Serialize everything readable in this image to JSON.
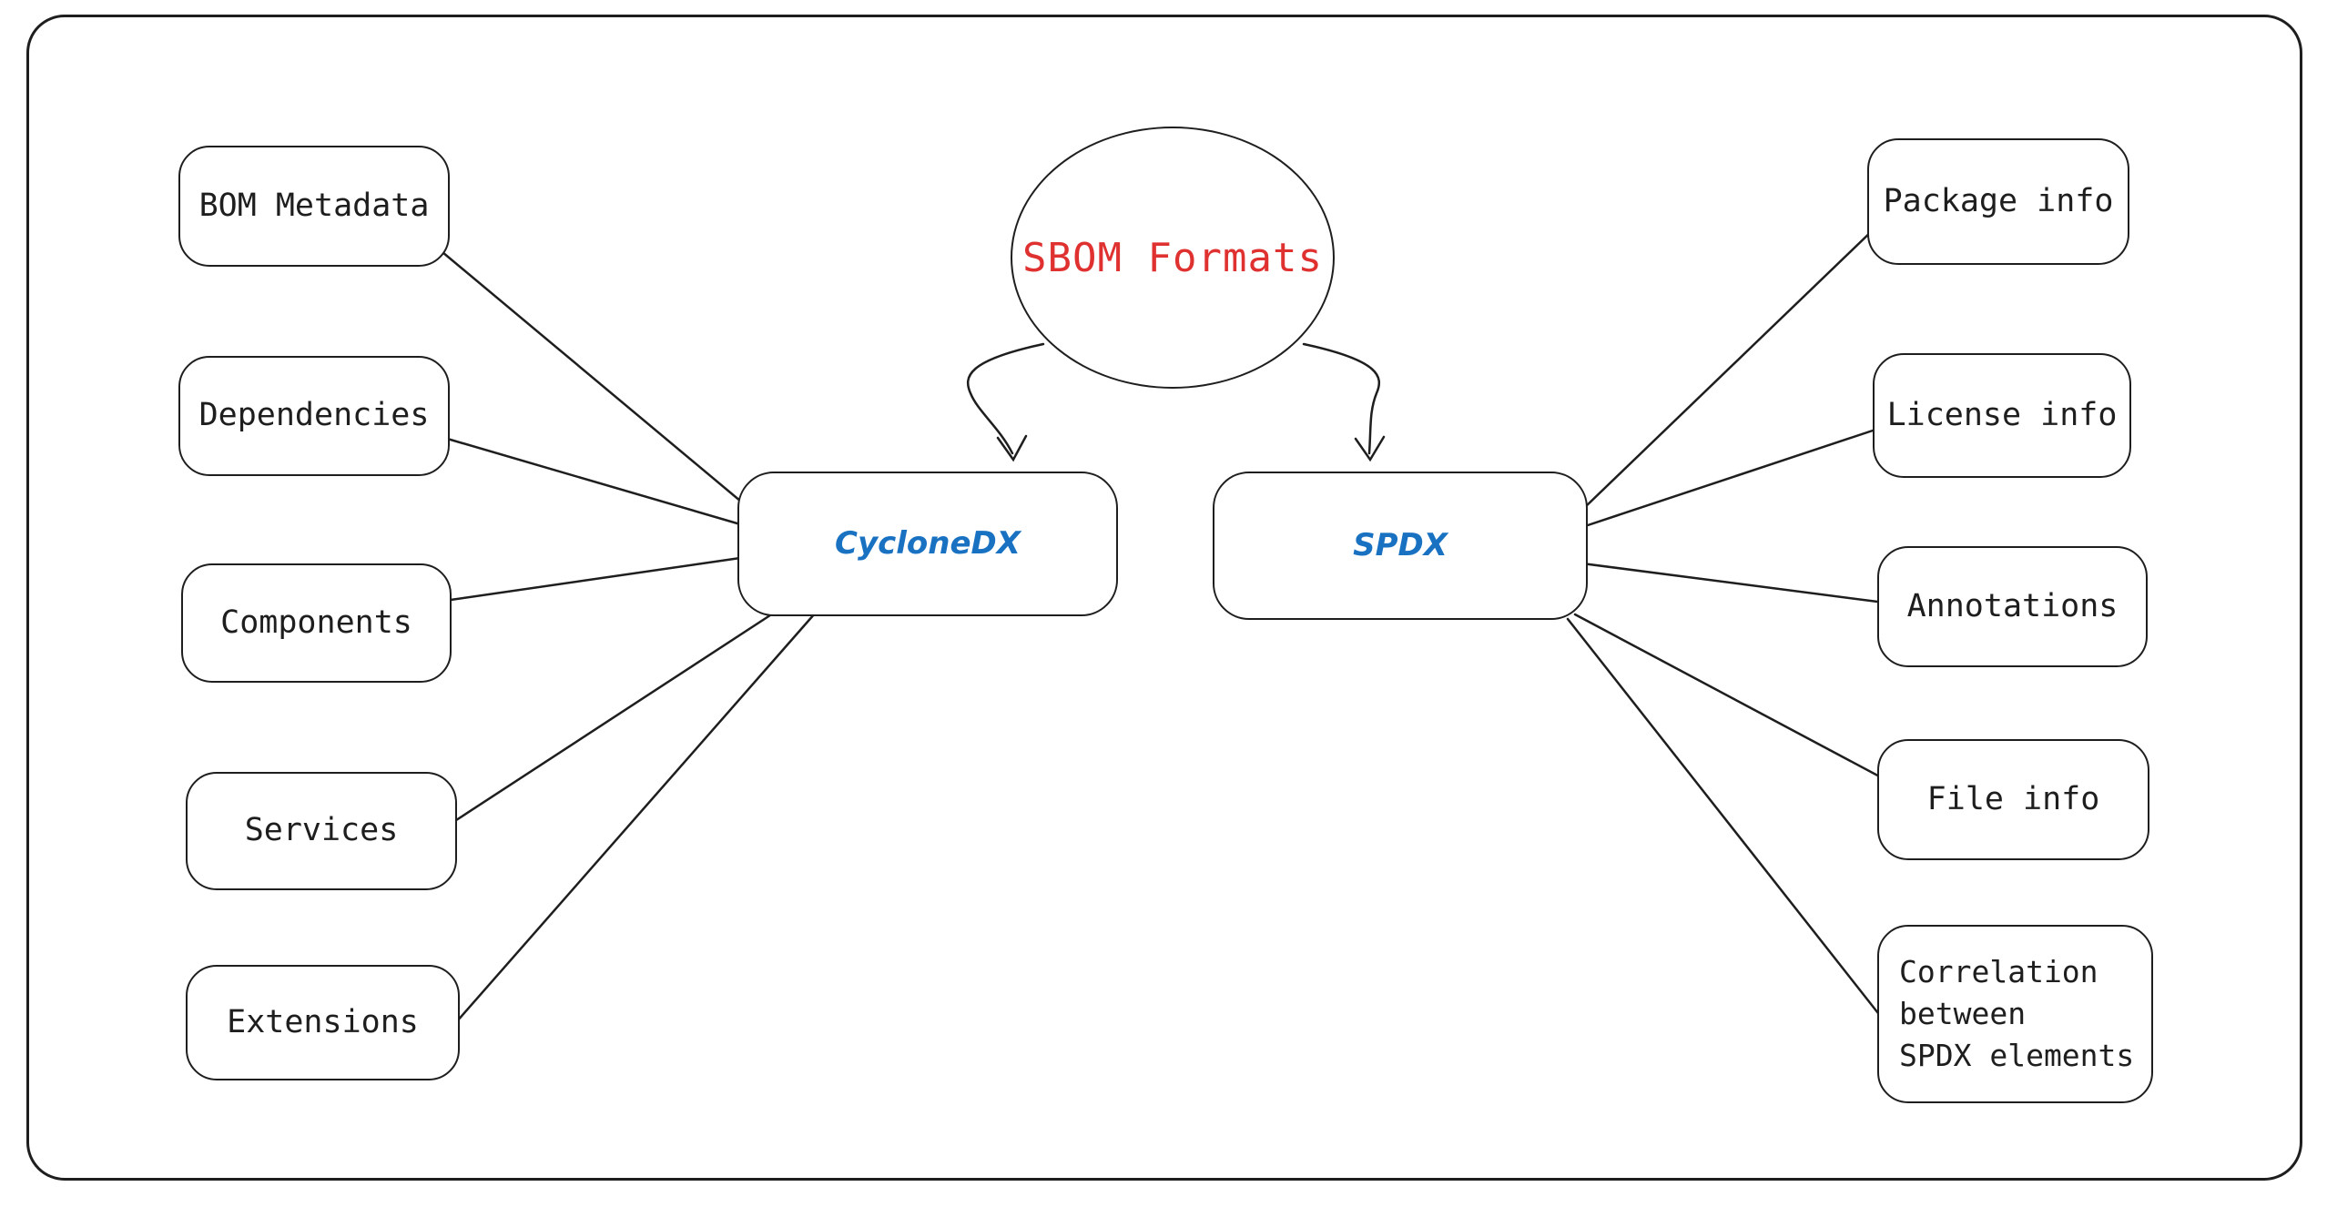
{
  "diagram": {
    "title": "SBOM Formats",
    "colors": {
      "title_text": "#e03131",
      "node_text": "#1971c2",
      "stroke": "#1e1e1e",
      "background": "#ffffff"
    },
    "formats": {
      "cyclonedx": "CycloneDX",
      "spdx": "SPDX"
    },
    "cyclonedx_items": {
      "bom_metadata": "BOM Metadata",
      "dependencies": "Dependencies",
      "components": "Components",
      "services": "Services",
      "extensions": "Extensions"
    },
    "spdx_items": {
      "package_info": "Package info",
      "license_info": "License info",
      "annotations": "Annotations",
      "file_info": "File info",
      "correlation": "Correlation\nbetween\nSPDX elements"
    }
  }
}
